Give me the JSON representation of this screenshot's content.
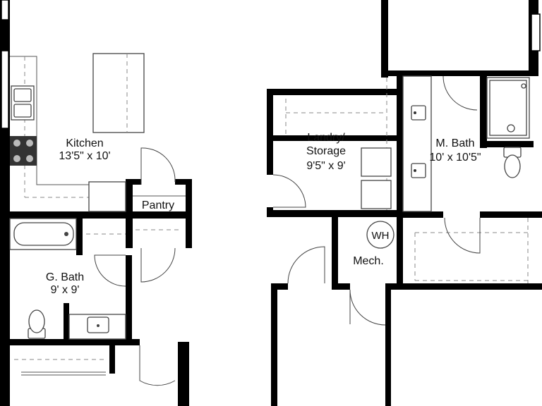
{
  "rooms": {
    "kitchen": {
      "name": "Kitchen",
      "size": "13'5\" x 10'"
    },
    "pantry": {
      "name": "Pantry"
    },
    "g_bath": {
      "name": "G. Bath",
      "size": "9' x 9'"
    },
    "laundry": {
      "name": "Landry/",
      "name2": "Storage",
      "size": "9'5\" x 9'"
    },
    "m_bath": {
      "name": "M. Bath",
      "size": "10' x 10'5\""
    },
    "mech": {
      "name": "Mech."
    }
  },
  "fixtures": {
    "water_heater": "WH"
  }
}
